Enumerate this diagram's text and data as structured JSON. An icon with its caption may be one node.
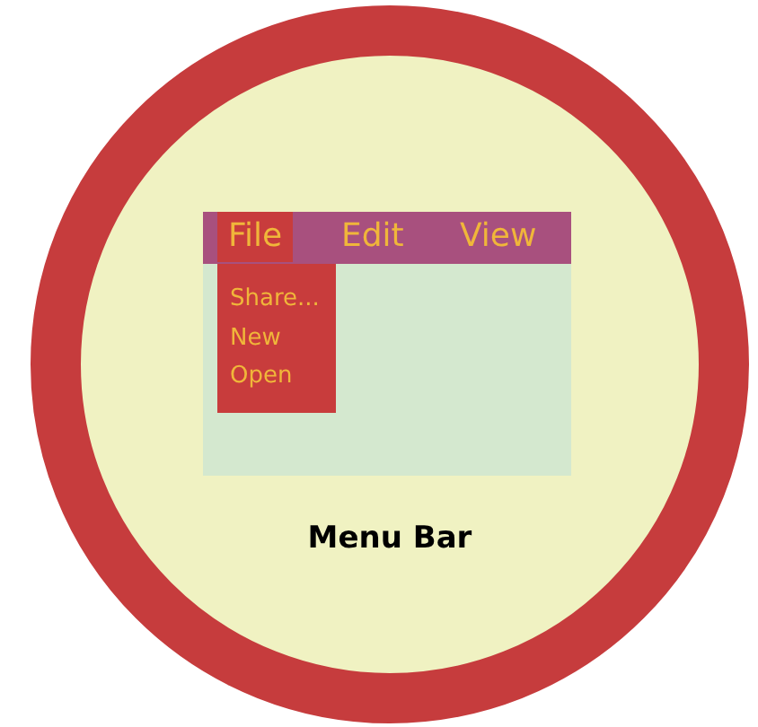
{
  "diagram": {
    "caption": "Menu Bar",
    "labels": [
      "File",
      "Edit",
      "View",
      "Share...",
      "New",
      "Open"
    ]
  }
}
